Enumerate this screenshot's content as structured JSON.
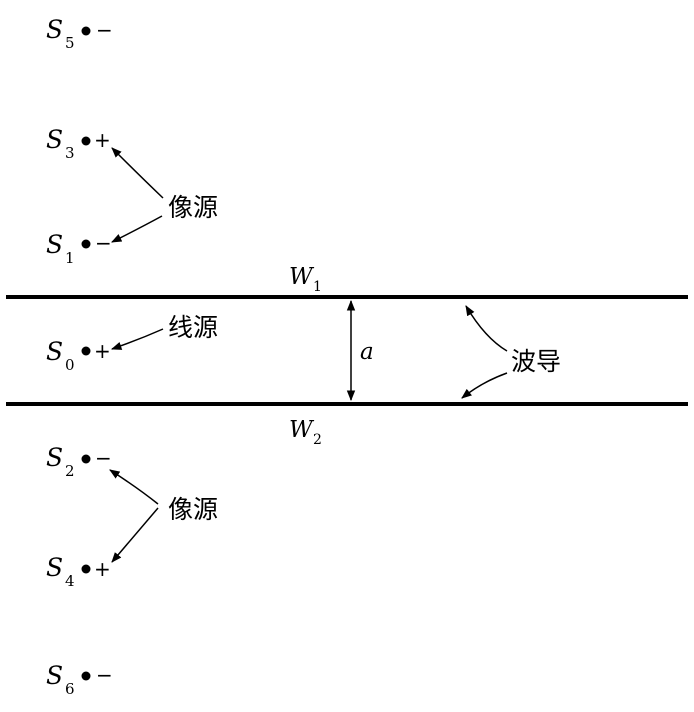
{
  "sources": [
    {
      "letter": "S",
      "sub": "5",
      "sign": "−"
    },
    {
      "letter": "S",
      "sub": "3",
      "sign": "+"
    },
    {
      "letter": "S",
      "sub": "1",
      "sign": "−"
    },
    {
      "letter": "S",
      "sub": "0",
      "sign": "+"
    },
    {
      "letter": "S",
      "sub": "2",
      "sign": "−"
    },
    {
      "letter": "S",
      "sub": "4",
      "sign": "+"
    },
    {
      "letter": "S",
      "sub": "6",
      "sign": "−"
    }
  ],
  "walls": {
    "top": {
      "letter": "W",
      "sub": "1"
    },
    "bottom": {
      "letter": "W",
      "sub": "2"
    }
  },
  "labels": {
    "image_source_upper": "像源",
    "line_source": "线源",
    "image_source_lower": "像源",
    "waveguide": "波导",
    "gap": "a"
  }
}
